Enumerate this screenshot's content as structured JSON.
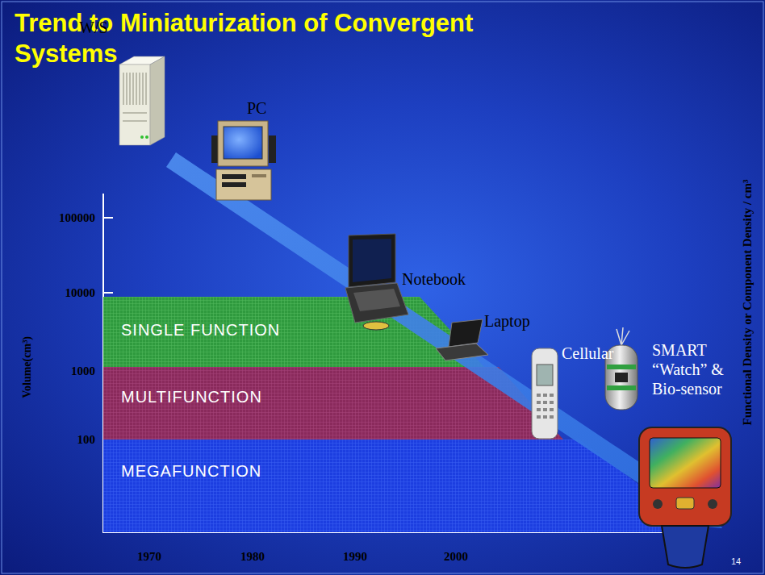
{
  "diagram": {
    "title": "Trend to Miniaturization of Convergent Systems",
    "nodes": [
      {
        "text": [
          "SINGLE FUNCTION"
        ]
      },
      {
        "text": [
          "MULTIFUNCTION"
        ]
      },
      {
        "text": [
          "MEGAFUNCTION"
        ]
      }
    ],
    "labels": [
      "W/S",
      "PC",
      "Notebook",
      "Laptop",
      "Cellular",
      "SMART “Watch” & Bio-sensor",
      "Volume(cm³)",
      "100000",
      "10000",
      "1000",
      "100",
      "1970",
      "1980",
      "1990",
      "2000",
      "Functional Density or Component Density / cm³",
      "14"
    ]
  }
}
